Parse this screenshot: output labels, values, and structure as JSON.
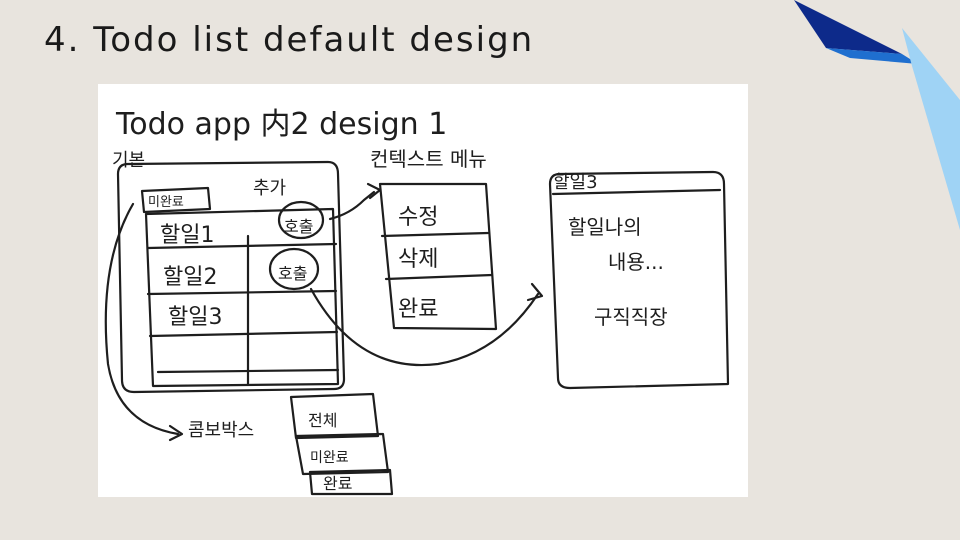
{
  "slide": {
    "title": "4. Todo list default design"
  },
  "sketch": {
    "heading": "Todo app 内2 design 1",
    "main_screen": {
      "label": "기본",
      "filter_tab": "미완료",
      "add_button": "추가",
      "items": [
        "할일1",
        "할일2",
        "할일3"
      ],
      "item_actions": [
        "호출",
        "호출"
      ]
    },
    "context_menu": {
      "label": "컨텍스트 메뉴",
      "options": [
        "수정",
        "삭제",
        "완료"
      ]
    },
    "detail_screen": {
      "label": "할일3",
      "content": [
        "할일나의",
        "내용..."
      ],
      "extra": "구직직장"
    },
    "combo_box": {
      "label": "콤보박스",
      "options": [
        "전체",
        "미완료",
        "완료"
      ]
    }
  },
  "colors": {
    "background": "#e8e4de",
    "accent_dark": "#0d2a8a",
    "accent_mid": "#1f6fcf",
    "accent_light": "#9fd3f5"
  }
}
